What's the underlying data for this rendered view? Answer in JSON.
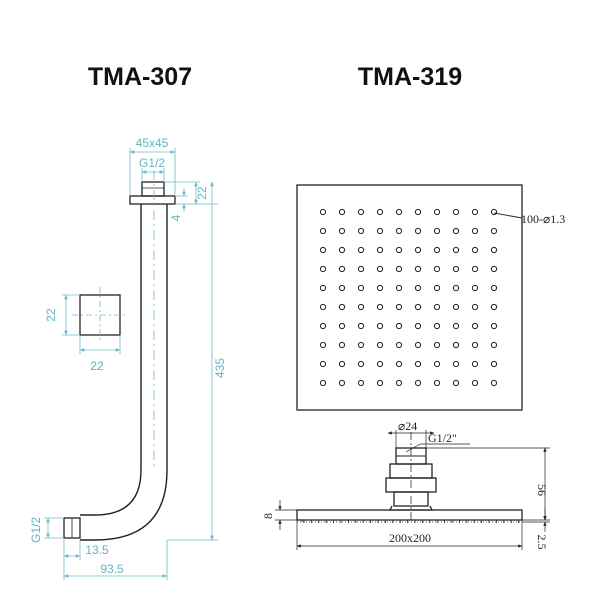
{
  "titles": {
    "left": "TMA-307",
    "right": "TMA-319"
  },
  "dims_arm": {
    "flange_width": "45x45",
    "thread_top": "G1/2",
    "flange_height": "22",
    "flange_thickness": "4",
    "total_height": "435",
    "section_height": "22",
    "section_width": "22",
    "thread_bottom": "G1/2",
    "outlet_length": "13.5",
    "total_reach": "93.5"
  },
  "dims_head": {
    "nozzles": "100-⌀1.3",
    "connector_diameter": "⌀24",
    "thread": "G1/2\"",
    "total_height": "56",
    "plate_thickness": "8",
    "head_size": "200x200",
    "face_offset": "2.5"
  },
  "colors": {
    "dimension_cyan": "#5fb4c6",
    "outline": "#222222"
  }
}
